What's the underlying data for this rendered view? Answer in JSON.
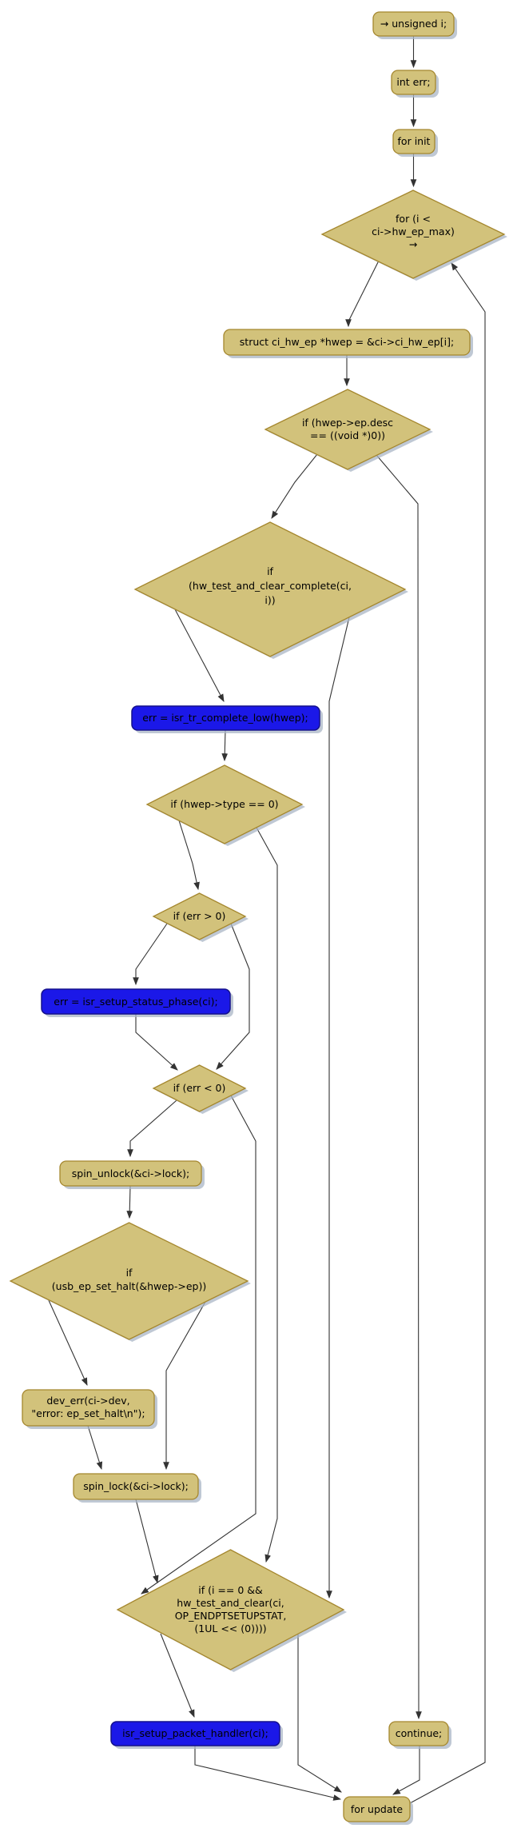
{
  "diagram": {
    "kind": "activity-flowchart",
    "colors": {
      "node_fill": "#d2c27b",
      "node_border": "#a5872e",
      "call_fill": "#1b18e8",
      "call_border": "#14108c",
      "shadow_color": "#aab6c6",
      "edge_color": "#333333",
      "text_color": "#000000",
      "background": "#ffffff"
    },
    "nodes": {
      "start": {
        "kind": "process",
        "label": "→ unsigned i;"
      },
      "int_err": {
        "kind": "process",
        "label": "int err;"
      },
      "for_init": {
        "kind": "process",
        "label": "for init"
      },
      "for_cond": {
        "kind": "decision",
        "lines": [
          "for (i <",
          "ci->hw_ep_max)",
          "→"
        ]
      },
      "hwep_assign": {
        "kind": "process",
        "label": "struct ci_hw_ep *hwep  = &ci->ci_hw_ep[i];"
      },
      "if_desc": {
        "kind": "decision",
        "lines": [
          "if (hwep->ep.desc",
          "== ((void *)0))"
        ]
      },
      "if_complete": {
        "kind": "decision",
        "lines": [
          "if",
          "(hw_test_and_clear_complete(ci,",
          "i))"
        ]
      },
      "tr_complete_low": {
        "kind": "call",
        "label": "err = isr_tr_complete_low(hwep);"
      },
      "if_type": {
        "kind": "decision",
        "label": "if (hwep->type == 0)"
      },
      "if_err_gt0": {
        "kind": "decision",
        "label": "if (err > 0)"
      },
      "setup_status_phase": {
        "kind": "call",
        "label": "err = isr_setup_status_phase(ci);"
      },
      "if_err_lt0": {
        "kind": "decision",
        "label": "if (err < 0)"
      },
      "spin_unlock": {
        "kind": "process",
        "label": "spin_unlock(&ci->lock);"
      },
      "if_set_halt": {
        "kind": "decision",
        "lines": [
          "if",
          "(usb_ep_set_halt(&hwep->ep))"
        ]
      },
      "dev_err": {
        "kind": "process",
        "lines": [
          "dev_err(ci->dev,",
          "\"error: ep_set_halt\\n\");"
        ]
      },
      "spin_lock": {
        "kind": "process",
        "label": "spin_lock(&ci->lock);"
      },
      "if_setupstat": {
        "kind": "decision",
        "lines": [
          "if (i == 0 &&",
          "hw_test_and_clear(ci,",
          "OP_ENDPTSETUPSTAT,",
          "(1UL << (0))))"
        ]
      },
      "setup_packet_handler": {
        "kind": "call",
        "label": "isr_setup_packet_handler(ci);"
      },
      "continue": {
        "kind": "process",
        "label": "continue;"
      },
      "for_update": {
        "kind": "process",
        "label": "for update"
      }
    },
    "edges": [
      {
        "from": "start",
        "to": "int_err"
      },
      {
        "from": "int_err",
        "to": "for_init"
      },
      {
        "from": "for_init",
        "to": "for_cond"
      },
      {
        "from": "for_cond",
        "to": "hwep_assign",
        "branch": "loop-body"
      },
      {
        "from": "hwep_assign",
        "to": "if_desc"
      },
      {
        "from": "if_desc",
        "to": "if_complete",
        "branch": "false"
      },
      {
        "from": "if_desc",
        "to": "continue",
        "branch": "true"
      },
      {
        "from": "if_complete",
        "to": "tr_complete_low",
        "branch": "true"
      },
      {
        "from": "if_complete",
        "to": "if_setupstat",
        "branch": "false"
      },
      {
        "from": "tr_complete_low",
        "to": "if_type"
      },
      {
        "from": "if_type",
        "to": "if_err_gt0",
        "branch": "true"
      },
      {
        "from": "if_type",
        "to": "if_setupstat",
        "branch": "false"
      },
      {
        "from": "if_err_gt0",
        "to": "setup_status_phase",
        "branch": "true"
      },
      {
        "from": "if_err_gt0",
        "to": "if_err_lt0",
        "branch": "false"
      },
      {
        "from": "setup_status_phase",
        "to": "if_err_lt0"
      },
      {
        "from": "if_err_lt0",
        "to": "spin_unlock",
        "branch": "true"
      },
      {
        "from": "if_err_lt0",
        "to": "if_setupstat",
        "branch": "false"
      },
      {
        "from": "spin_unlock",
        "to": "if_set_halt"
      },
      {
        "from": "if_set_halt",
        "to": "dev_err",
        "branch": "true"
      },
      {
        "from": "if_set_halt",
        "to": "spin_lock",
        "branch": "false"
      },
      {
        "from": "dev_err",
        "to": "spin_lock"
      },
      {
        "from": "spin_lock",
        "to": "if_setupstat"
      },
      {
        "from": "if_setupstat",
        "to": "setup_packet_handler",
        "branch": "true"
      },
      {
        "from": "if_setupstat",
        "to": "for_update",
        "branch": "false"
      },
      {
        "from": "setup_packet_handler",
        "to": "for_update"
      },
      {
        "from": "continue",
        "to": "for_update"
      },
      {
        "from": "for_update",
        "to": "for_cond",
        "branch": "loop-back"
      }
    ]
  }
}
